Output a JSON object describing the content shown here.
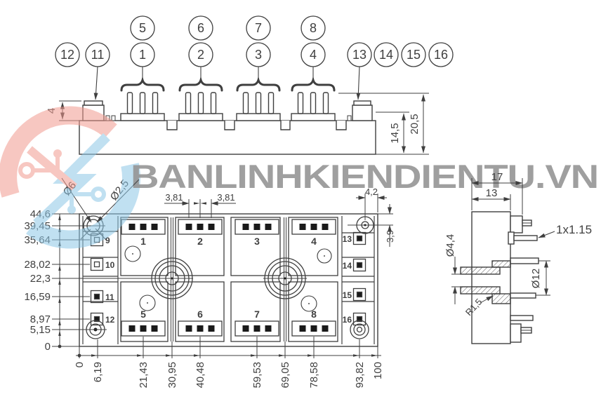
{
  "watermark": {
    "text": "BANLINHKIENDIENTU.VN",
    "text_color": "#9ecbe8",
    "logo_red": "#f0998e",
    "logo_blue": "#8cc7e6"
  },
  "callouts": {
    "top": [
      "5",
      "6",
      "7",
      "8"
    ],
    "main": [
      "12",
      "11",
      "1",
      "2",
      "3",
      "4",
      "13",
      "14",
      "15",
      "16"
    ]
  },
  "front_view": {
    "terminal_height": "4",
    "body_height": "14,5",
    "total_height": "20,5"
  },
  "plan_view": {
    "left_dims": [
      "44,6",
      "39,45",
      "35,64",
      "28,02",
      "22,3",
      "16,59",
      "8,97",
      "5,15",
      "0"
    ],
    "bottom_dims": [
      "0",
      "6,19",
      "21,43",
      "30,95",
      "40,48",
      "59,53",
      "69,05",
      "78,58",
      "93,82",
      "100"
    ],
    "pad_labels": [
      "1",
      "2",
      "3",
      "4",
      "5",
      "6",
      "7",
      "8"
    ],
    "terminal_labels": [
      "9",
      "10",
      "11",
      "12",
      "13",
      "14",
      "15",
      "16"
    ],
    "dims": {
      "pin_pitch_left": "3,81",
      "pin_pitch_right": "3,81",
      "hole_offset_x": "4,2",
      "hole_offset_y": "3,9",
      "corner_hole_outer": "Ø6",
      "corner_hole_inner": "Ø2,5"
    }
  },
  "side_view": {
    "dims": {
      "total_width": "17",
      "body_width": "13",
      "pin_cross_section": "1x1.15",
      "bore_diameter": "Ø4,4",
      "boss_diameter": "Ø12",
      "fillet_radius": "R1,5"
    }
  }
}
